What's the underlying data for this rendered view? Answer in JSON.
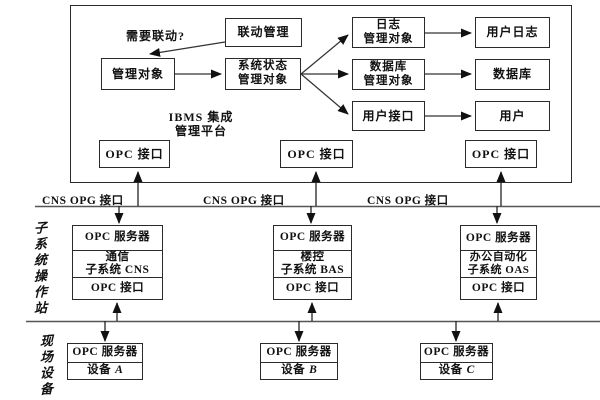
{
  "colors": {
    "background": "#ffffff",
    "border": "#2a2a2a",
    "bus_line": "#555555",
    "text": "#111111"
  },
  "platform": {
    "name_line1": "IBMS 集成",
    "name_line2": "管理平台",
    "question": "需要联动?",
    "linkage_box": "联动管理",
    "mgmt_box": "管理对象",
    "status_box": {
      "line1": "系统状态",
      "line2": "管理对象"
    },
    "log_box": {
      "line1": "日志",
      "line2": "管理对象"
    },
    "db_box": {
      "line1": "数据库",
      "line2": "管理对象"
    },
    "userif_box": "用户接口",
    "userlog_box": "用户日志",
    "database_box": "数据库",
    "user_box": "用户",
    "opc_boxes": [
      "OPC 接口",
      "OPC 接口",
      "OPC 接口"
    ]
  },
  "bus_labels": [
    "CNS OPG 接口",
    "CNS OPG 接口",
    "CNS OPG 接口"
  ],
  "sections": {
    "subsystems": "子系统操作站",
    "field_devices": "现场设备"
  },
  "subsystems": [
    {
      "server": "OPC 服务器",
      "line1": "通信",
      "line2": "子系统 CNS",
      "iface": "OPC 接口"
    },
    {
      "server": "OPC 服务器",
      "line1": "楼控",
      "line2": "子系统 BAS",
      "iface": "OPC 接口"
    },
    {
      "server": "OPC 服务器",
      "line1": "办公自动化",
      "line2": "子系统 OAS",
      "iface": "OPC 接口"
    }
  ],
  "devices": [
    {
      "server": "OPC 服务器",
      "label": "设备",
      "letter": "A"
    },
    {
      "server": "OPC 服务器",
      "label": "设备",
      "letter": "B"
    },
    {
      "server": "OPC 服务器",
      "label": "设备",
      "letter": "C"
    }
  ]
}
